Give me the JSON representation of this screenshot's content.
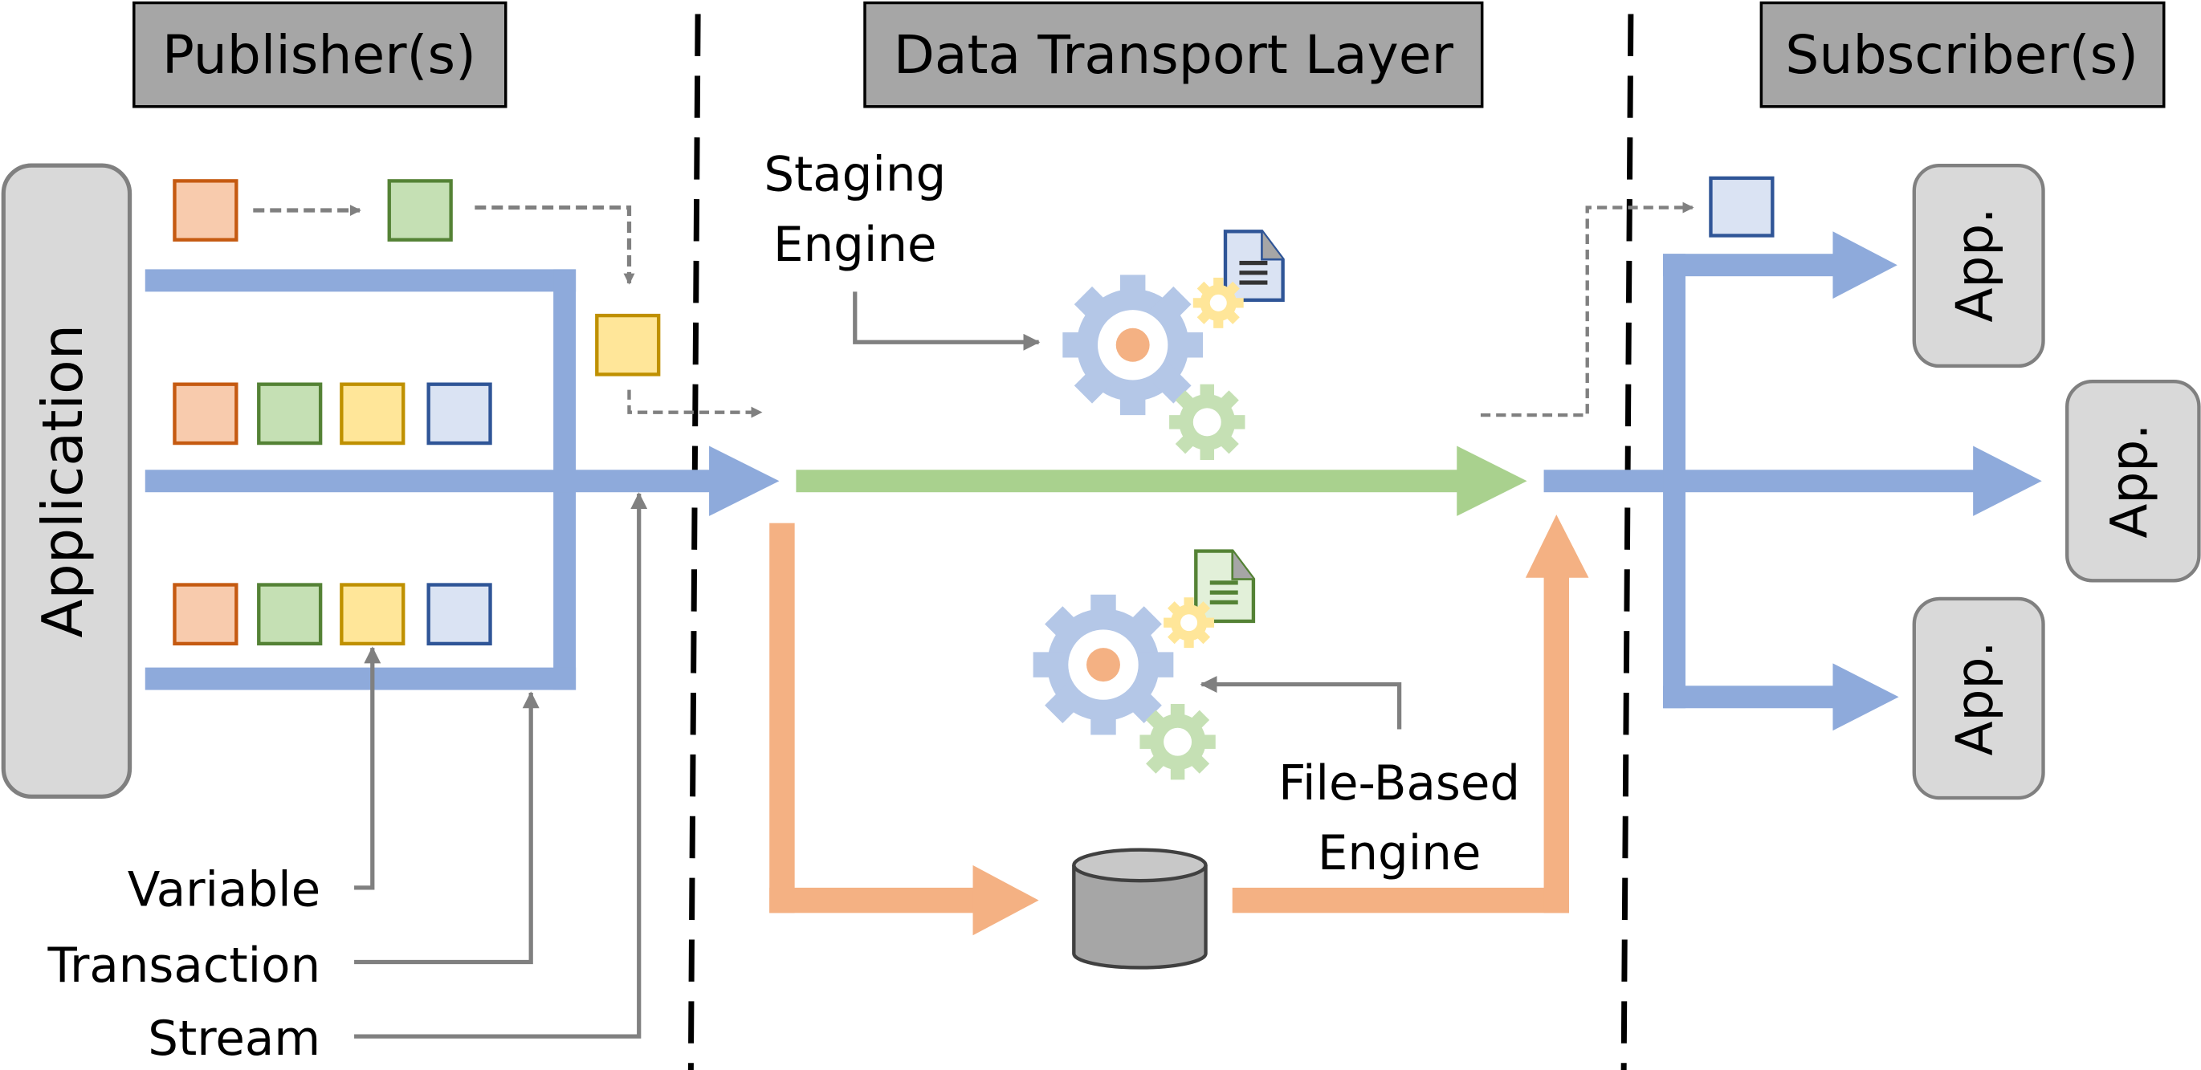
{
  "title": "Publish/Subscribe Data Transport Architecture",
  "sections": {
    "publisher": "Publisher(s)",
    "transport": "Data Transport Layer",
    "subscriber": "Subscriber(s)"
  },
  "publisher": {
    "application_label": "Application",
    "granularity_labels": {
      "variable": "Variable",
      "transaction": "Transaction",
      "stream": "Stream"
    }
  },
  "transport": {
    "staging_engine_line1": "Staging",
    "staging_engine_line2": "Engine",
    "file_engine_line1": "File-Based",
    "file_engine_line2": "Engine"
  },
  "subscriber": {
    "apps": [
      "App.",
      "App.",
      "App."
    ]
  },
  "colors": {
    "stream_blue": "#8eaadb",
    "staging_green": "#a9d18e",
    "file_orange": "#f4b183",
    "header_gray": "#a6a6a6",
    "app_gray": "#d9d9d9",
    "connector_gray": "#808080",
    "var_orange_fill": "#f8cbad",
    "var_orange_stroke": "#c55a11",
    "var_green_fill": "#c5e0b4",
    "var_green_stroke": "#548235",
    "var_yellow_fill": "#ffe699",
    "var_yellow_stroke": "#bf9000",
    "var_blue_fill": "#dae3f3",
    "var_blue_stroke": "#2f5597"
  }
}
